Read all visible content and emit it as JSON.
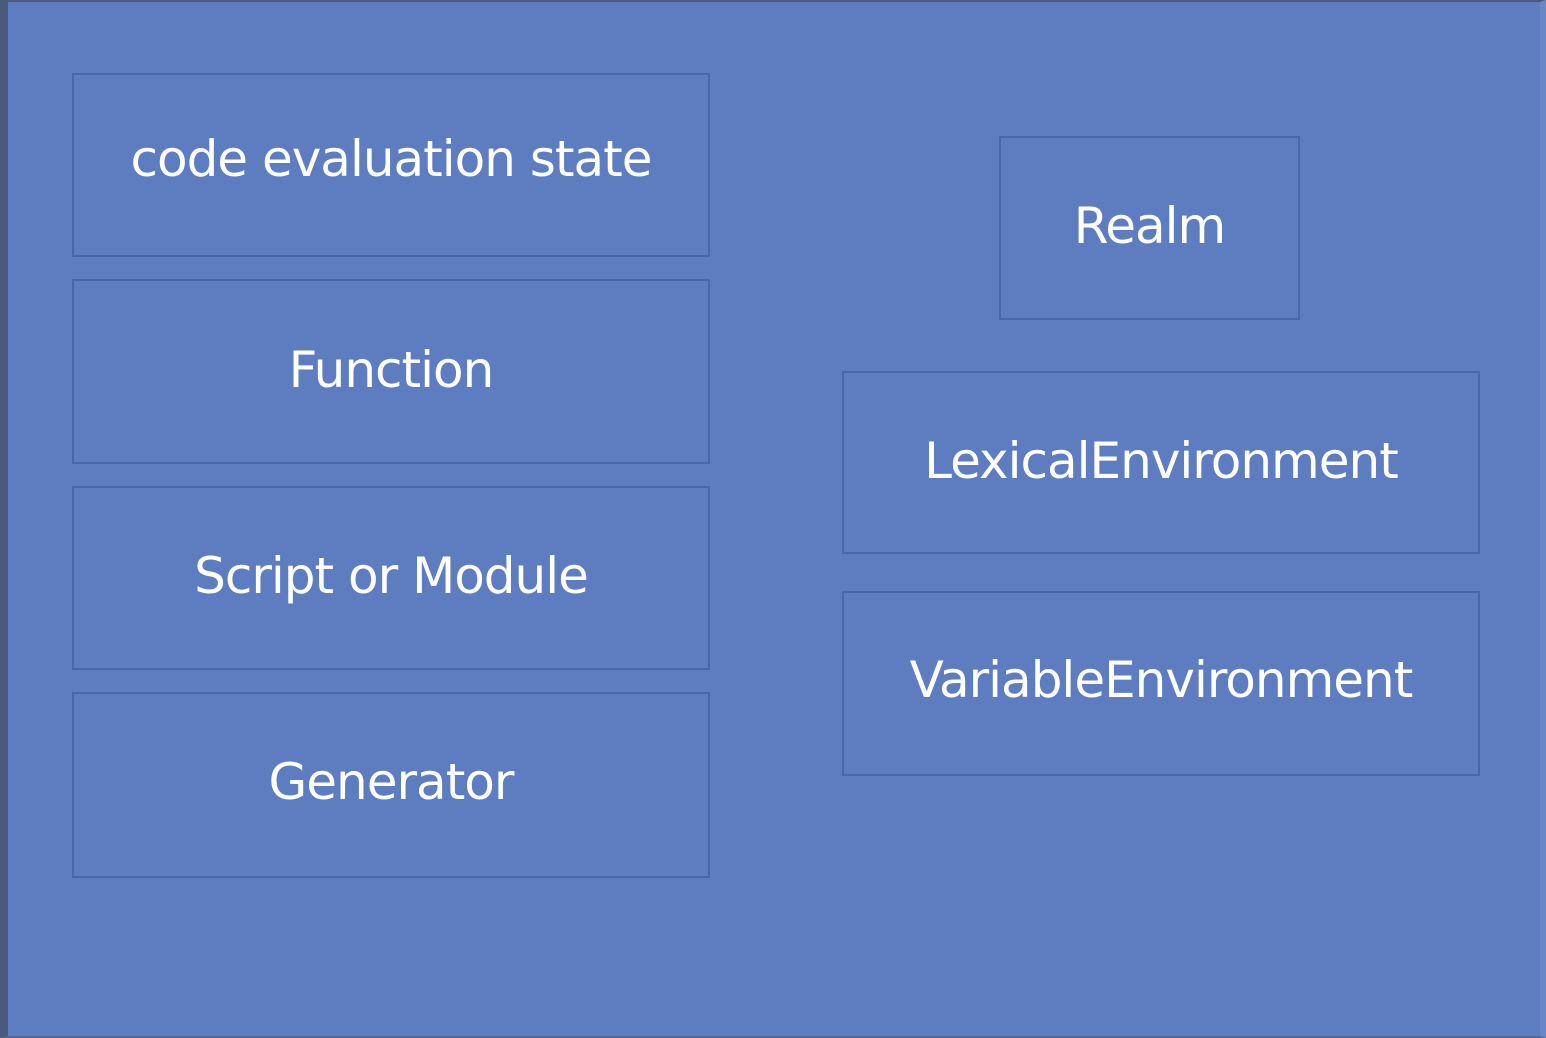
{
  "diagram": {
    "left_column": [
      {
        "label": "code evaluation  state"
      },
      {
        "label": "Function"
      },
      {
        "label": "Script or Module"
      },
      {
        "label": "Generator"
      }
    ],
    "right_column": [
      {
        "label": "Realm"
      },
      {
        "label": "LexicalEnvironment"
      },
      {
        "label": "VariableEnvironment"
      }
    ],
    "colors": {
      "background": "#5d7dc0",
      "box_border": "#4768a8",
      "text": "#ffffff"
    }
  }
}
